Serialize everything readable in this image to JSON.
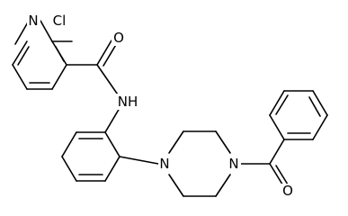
{
  "figure": {
    "description_text": "",
    "atoms": {
      "chlorine": "Cl",
      "pyridine_nitrogen": "N",
      "carbonyl_oxygen_amide": "O",
      "amide_nitrogen": "NH",
      "piperazine_nitrogen_aryl": "N",
      "piperazine_nitrogen_acyl": "N",
      "carbonyl_oxygen_benzoyl": "O"
    }
  }
}
